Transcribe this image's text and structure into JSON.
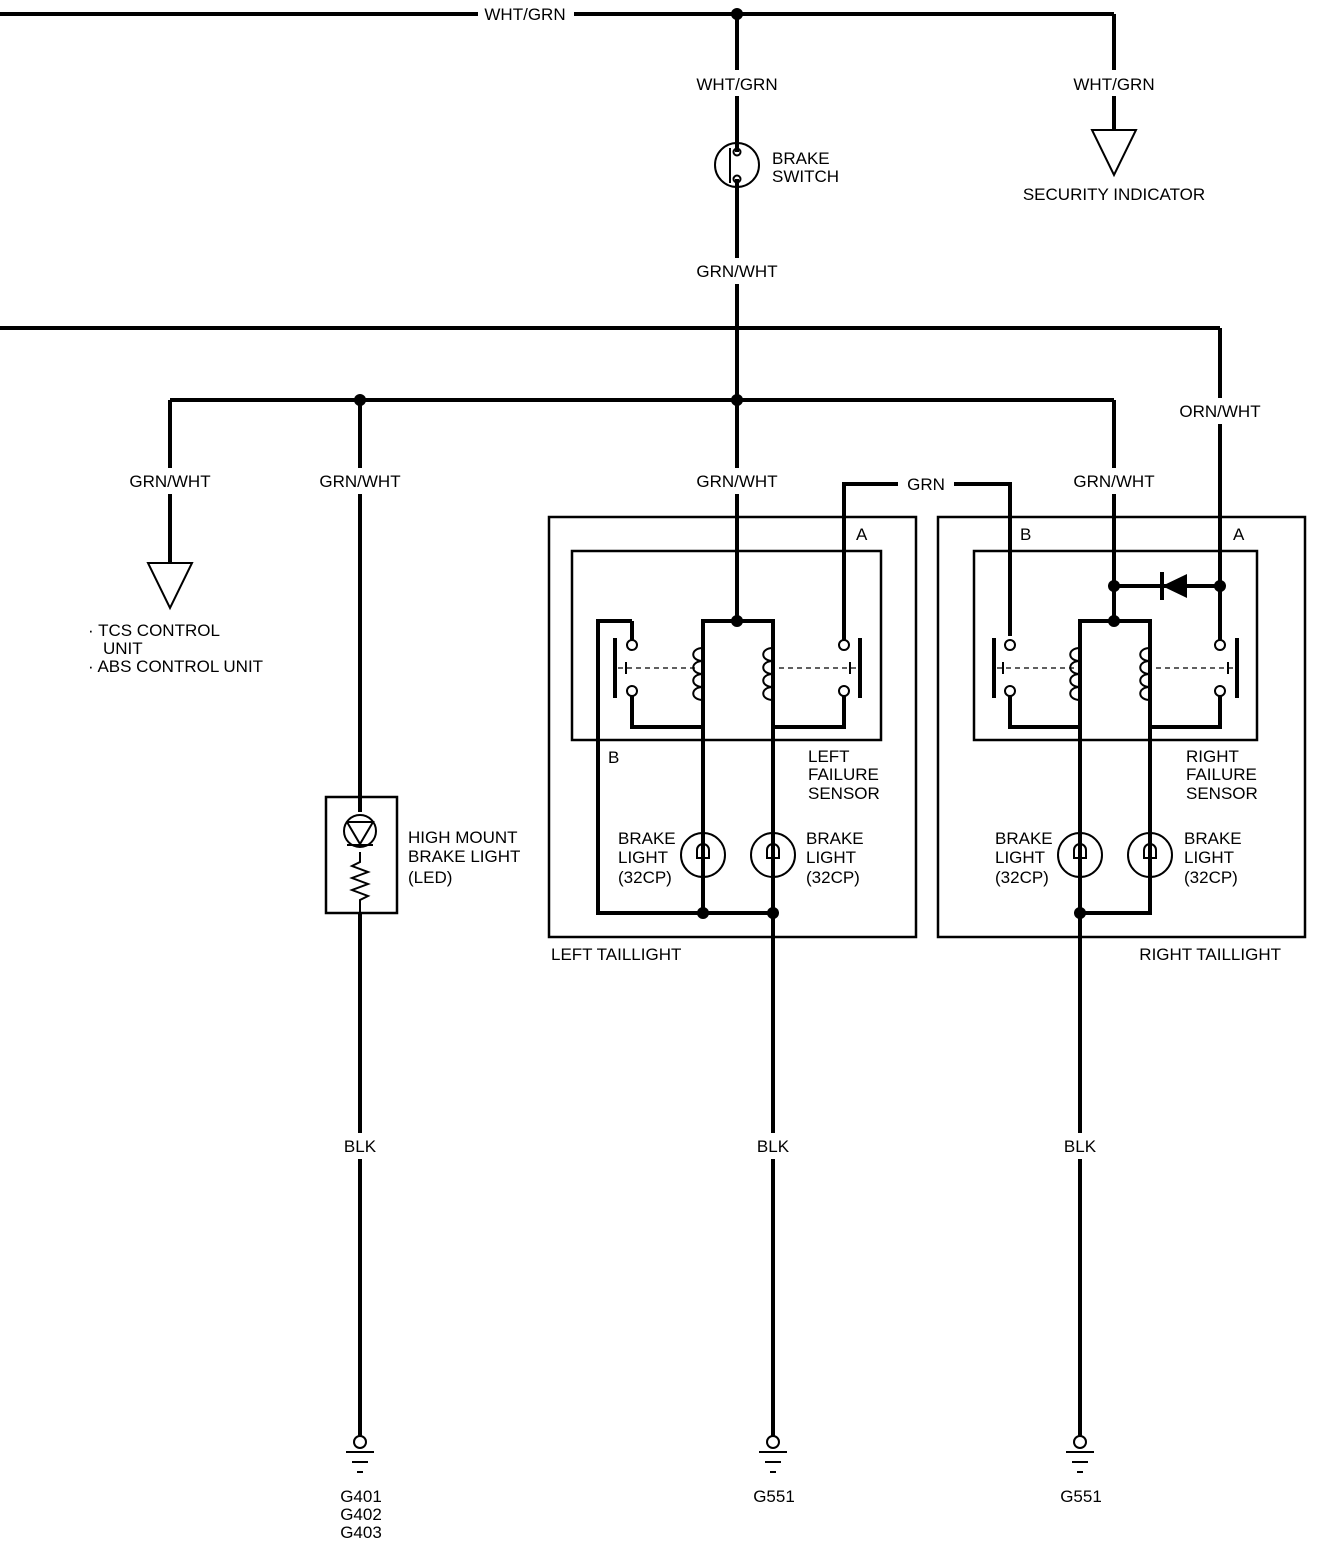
{
  "wires": {
    "top_bus": "WHT/GRN",
    "to_brake_switch": "WHT/GRN",
    "to_security_indicator": "WHT/GRN",
    "from_brake_switch": "GRN/WHT",
    "to_tcs_abs": "GRN/WHT",
    "to_high_mount": "GRN/WHT",
    "to_left_taillight": "GRN/WHT",
    "sensor_link": "GRN",
    "to_right_taillight": "GRN/WHT",
    "indicator_feed": "ORN/WHT",
    "ground_high_mount": "BLK",
    "ground_left": "BLK",
    "ground_right": "BLK"
  },
  "brake_switch": {
    "line1": "BRAKE",
    "line2": "SWITCH"
  },
  "security_indicator": {
    "label": "SECURITY INDICATOR"
  },
  "control_units": {
    "line1": "· TCS CONTROL",
    "line2": "UNIT",
    "line3": "· ABS CONTROL UNIT"
  },
  "high_mount": {
    "line1": "HIGH MOUNT",
    "line2": "BRAKE LIGHT",
    "line3": "(LED)"
  },
  "left_taillight": {
    "title": "LEFT TAILLIGHT",
    "terminal_a": "A",
    "terminal_b": "B",
    "sensor": {
      "line1": "LEFT",
      "line2": "FAILURE",
      "line3": "SENSOR"
    },
    "bulb1": {
      "line1": "BRAKE",
      "line2": "LIGHT",
      "line3": "(32CP)"
    },
    "bulb2": {
      "line1": "BRAKE",
      "line2": "LIGHT",
      "line3": "(32CP)"
    }
  },
  "right_taillight": {
    "title": "RIGHT TAILLIGHT",
    "terminal_a": "A",
    "terminal_b": "B",
    "sensor": {
      "line1": "RIGHT",
      "line2": "FAILURE",
      "line3": "SENSOR"
    },
    "bulb1": {
      "line1": "BRAKE",
      "line2": "LIGHT",
      "line3": "(32CP)"
    },
    "bulb2": {
      "line1": "BRAKE",
      "line2": "LIGHT",
      "line3": "(32CP)"
    }
  },
  "grounds": {
    "high_mount": [
      "G401",
      "G402",
      "G403"
    ],
    "left": "G551",
    "right": "G551"
  }
}
